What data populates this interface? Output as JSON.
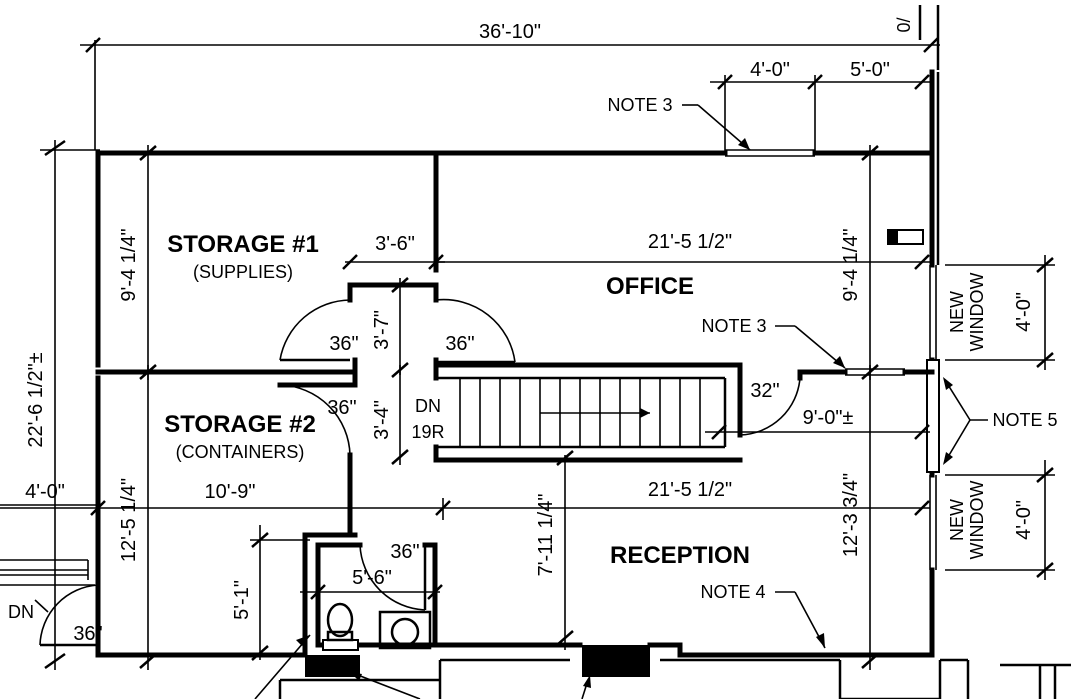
{
  "plan": {
    "overall_width": "36'-10\"",
    "overall_height": "22'-6 1/2\"±",
    "rooms": {
      "storage1_name": "STORAGE #1",
      "storage1_sub": "(SUPPLIES)",
      "storage2_name": "STORAGE #2",
      "storage2_sub": "(CONTAINERS)",
      "office": "OFFICE",
      "reception": "RECEPTION"
    },
    "stair": {
      "dir": "DN",
      "risers": "19R"
    },
    "notes": {
      "note3": "NOTE 3",
      "note4": "NOTE 4",
      "note5": "NOTE 5",
      "new_window": [
        "NEW",
        "WINDOW"
      ]
    },
    "dims": {
      "top_4_0": "4'-0\"",
      "top_5_0": "5'-0\"",
      "stor1_h": "9'-4 1/4\"",
      "closet_w": "3'-6\"",
      "office_w": "21'-5 1/2\"",
      "office_h": "9'-4 1/4\"",
      "win1": "4'-0\"",
      "hall_3_7": "3'-7\"",
      "door_36a": "36\"",
      "door_36b": "36\"",
      "door_36c": "36\"",
      "hall_3_4": "3'-4\"",
      "door_32": "32\"",
      "dim_9_0": "9'-0\"±",
      "stor2_h": "12'-5 1/4\"",
      "stor2_w": "10'-9\"",
      "left_4_0": "4'-0\"",
      "recep_w": "21'-5 1/2\"",
      "recep_h": "12'-3 3/4\"",
      "stair_h": "7'-11 1/4\"",
      "win2": "4'-0\"",
      "door_36d": "36\"",
      "bath_w": "5'-6\"",
      "bath_h": "5'-1\"",
      "dn_label": "DN",
      "door_36e": "36\""
    }
  }
}
